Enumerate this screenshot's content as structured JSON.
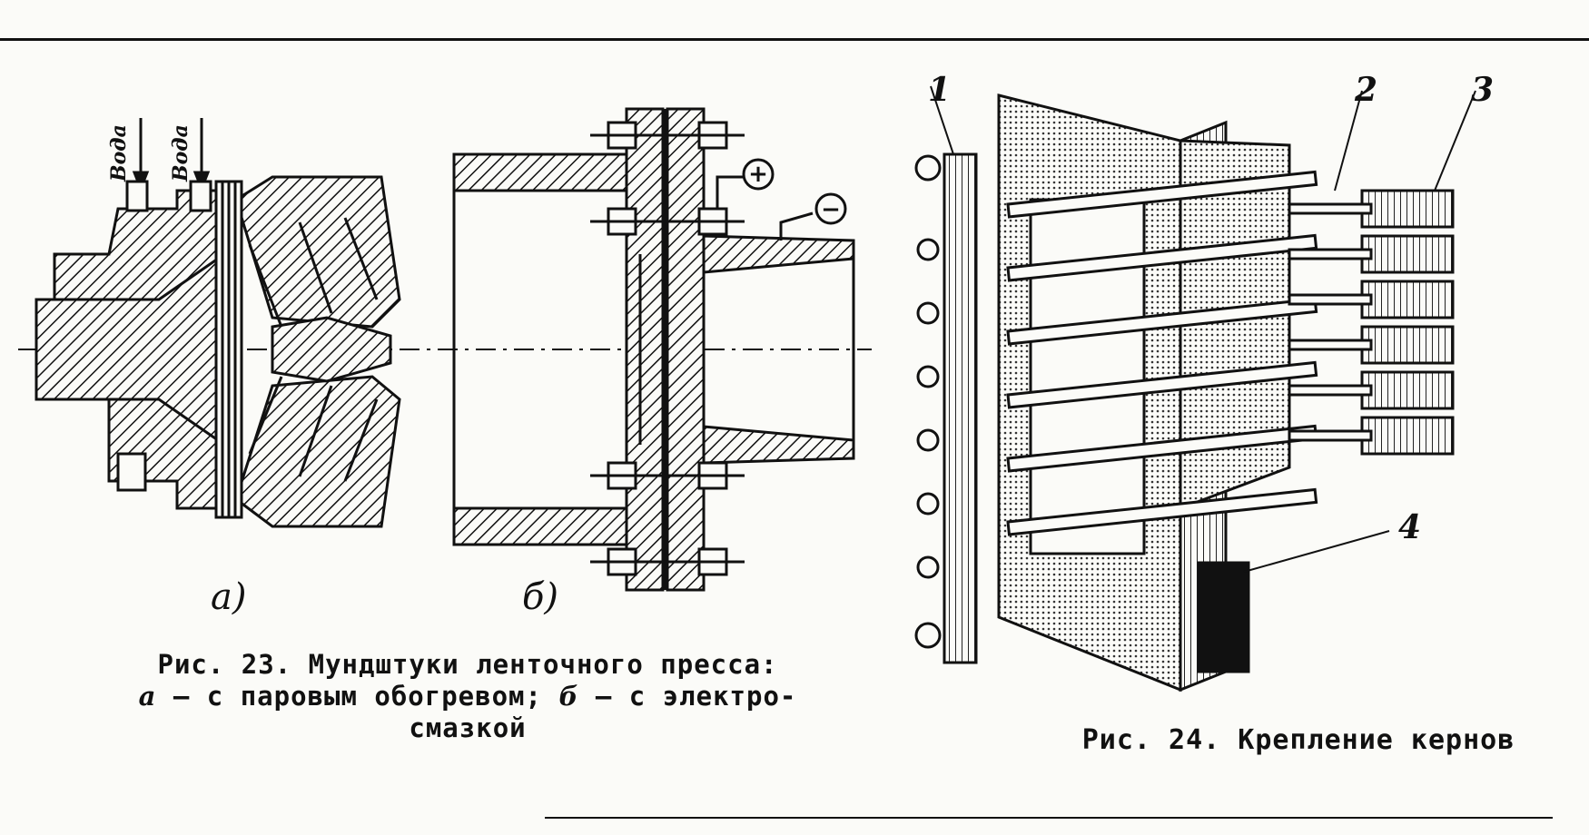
{
  "figure23": {
    "water_label_1": "Вода",
    "water_label_2": "Вода",
    "sub_a": "а)",
    "sub_b": "б)",
    "plus": "+",
    "minus": "−",
    "caption_line1": "Рис. 23. Мундштуки ленточного пресса:",
    "caption_a": "а",
    "caption_mid": " — с паровым  обогревом;  ",
    "caption_b": "б",
    "caption_end": " — с электро-",
    "caption_line3": "смазкой"
  },
  "figure24": {
    "labels": [
      "1",
      "2",
      "3",
      "4"
    ],
    "caption": "Рис. 24. Крепление кернов"
  }
}
